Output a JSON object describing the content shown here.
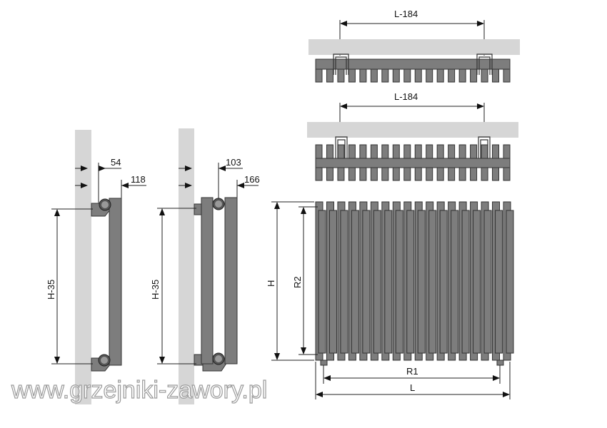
{
  "side_view_1": {
    "h_label": "H-35",
    "dim_axis": "54",
    "dim_depth": "118"
  },
  "side_view_2": {
    "h_label": "H-35",
    "dim_axis": "103",
    "dim_depth": "166"
  },
  "top_view_1": {
    "spacing_label": "L-184"
  },
  "top_view_2": {
    "spacing_label": "L-184"
  },
  "front_view": {
    "height_label": "H",
    "r2_label": "R2",
    "r1_label": "R1",
    "length_label": "L",
    "tube_count": 18
  },
  "watermark": "www.grzejniki-zawory.pl",
  "colors": {
    "tube": "#7d7d7d",
    "wall": "#d6d6d6"
  }
}
